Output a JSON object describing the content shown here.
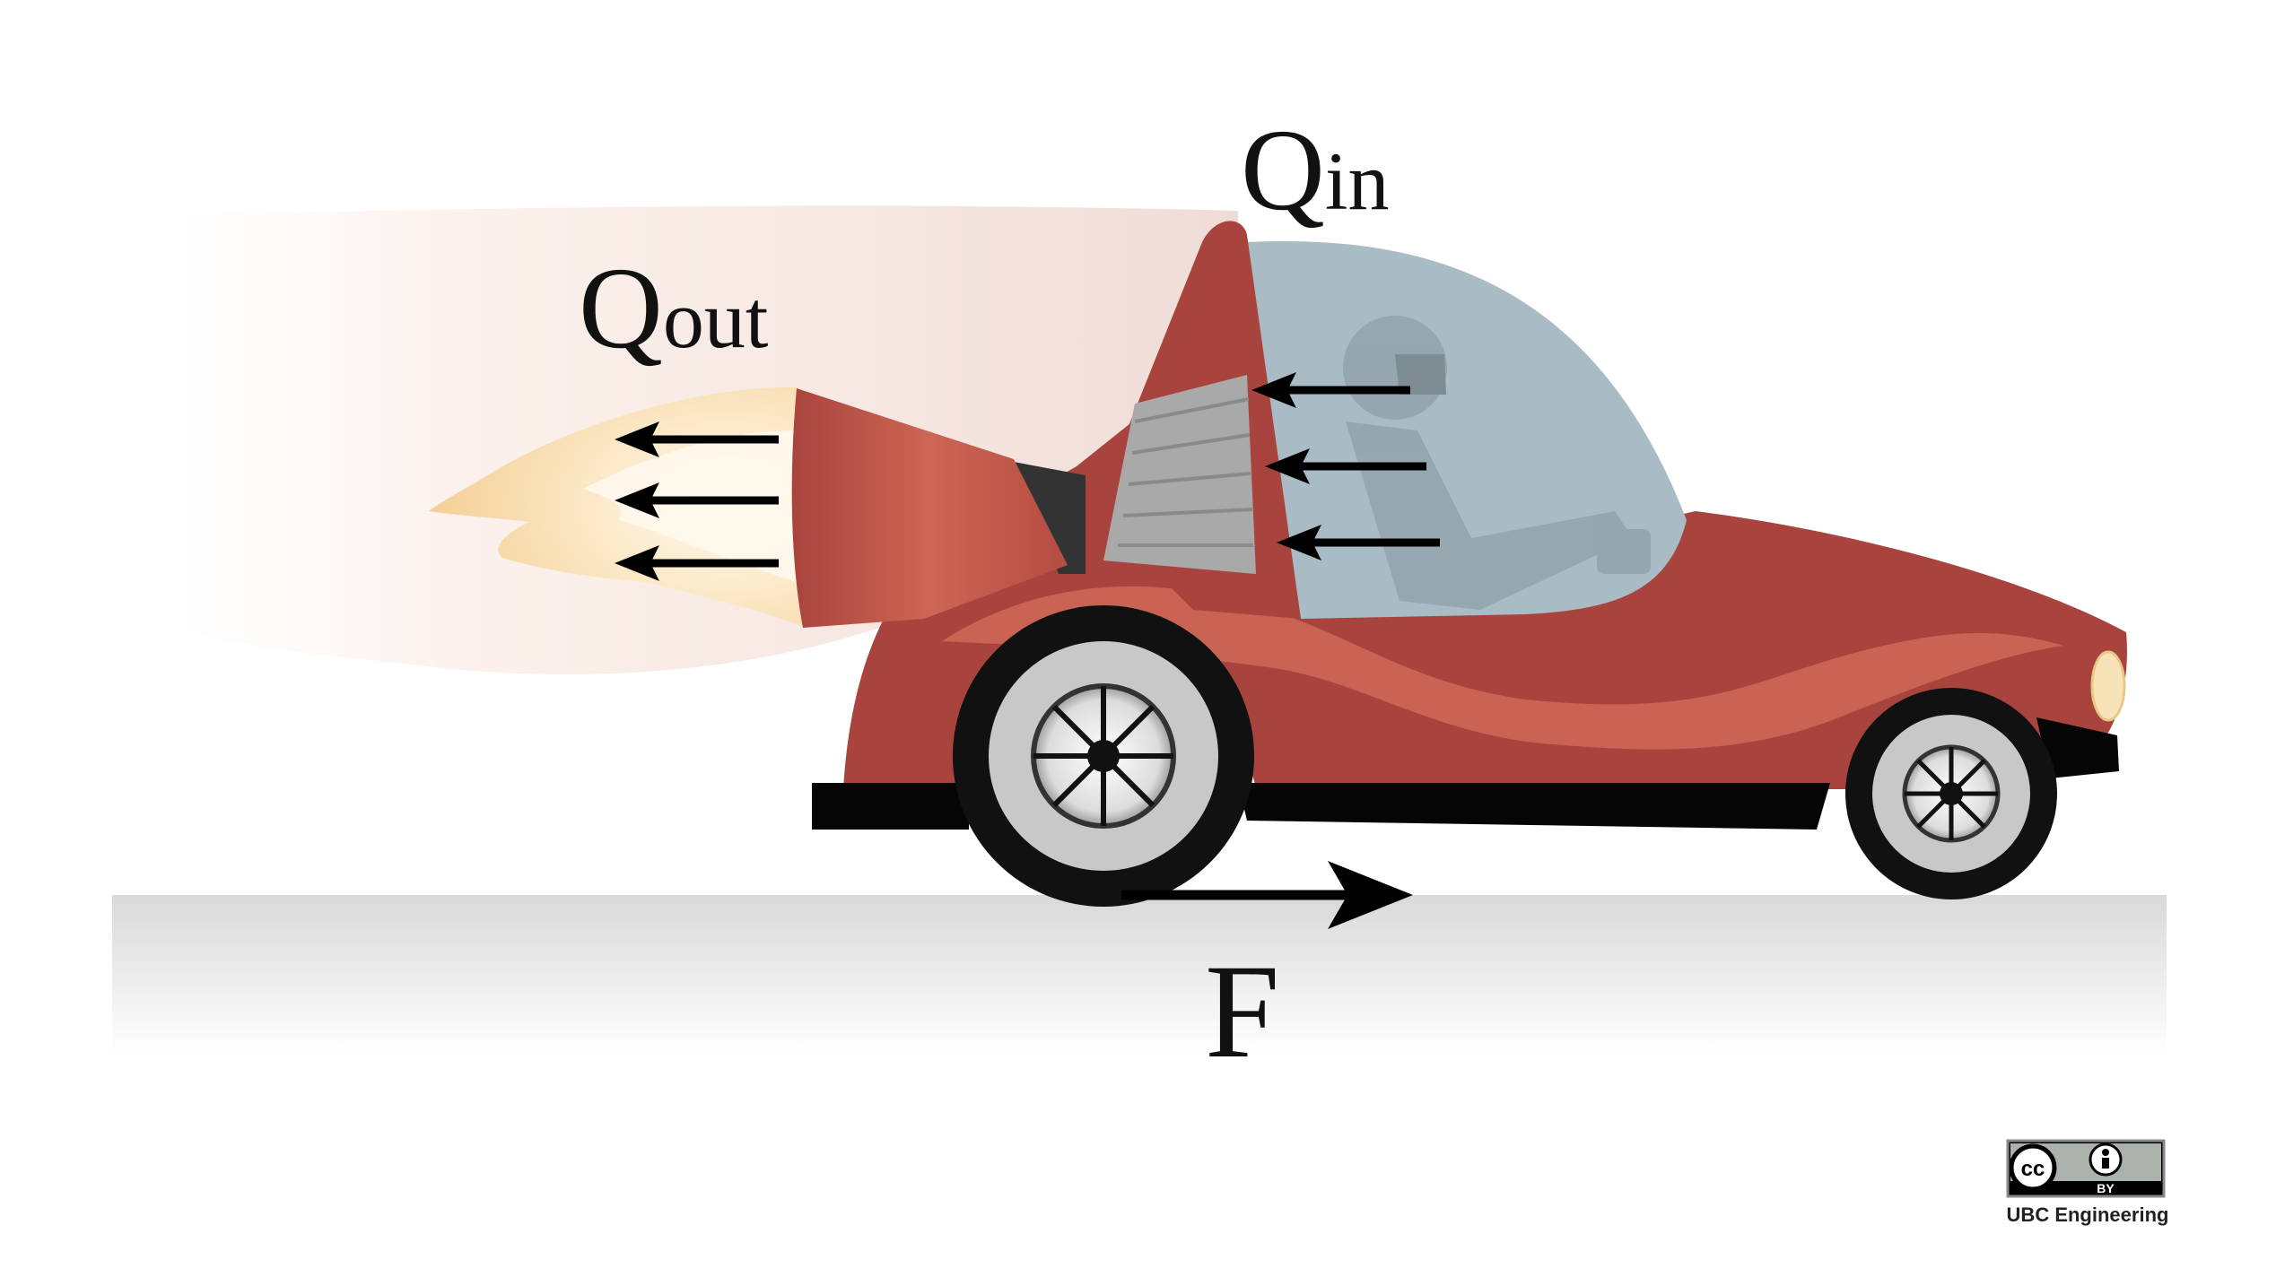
{
  "labels": {
    "q_in_main": "Q",
    "q_in_sub": "in",
    "q_out_main": "Q",
    "q_out_sub": "out",
    "force": "F"
  },
  "license": {
    "cc_text": "cc",
    "by_text": "BY",
    "credit": "UBC Engineering"
  },
  "colors": {
    "car_body": "#a8443d",
    "car_highlight": "#c96454",
    "canopy": "#a9bcc5",
    "flame": "#f6d9a8",
    "ground": "#e6e6e6",
    "arrow": "#000000"
  }
}
